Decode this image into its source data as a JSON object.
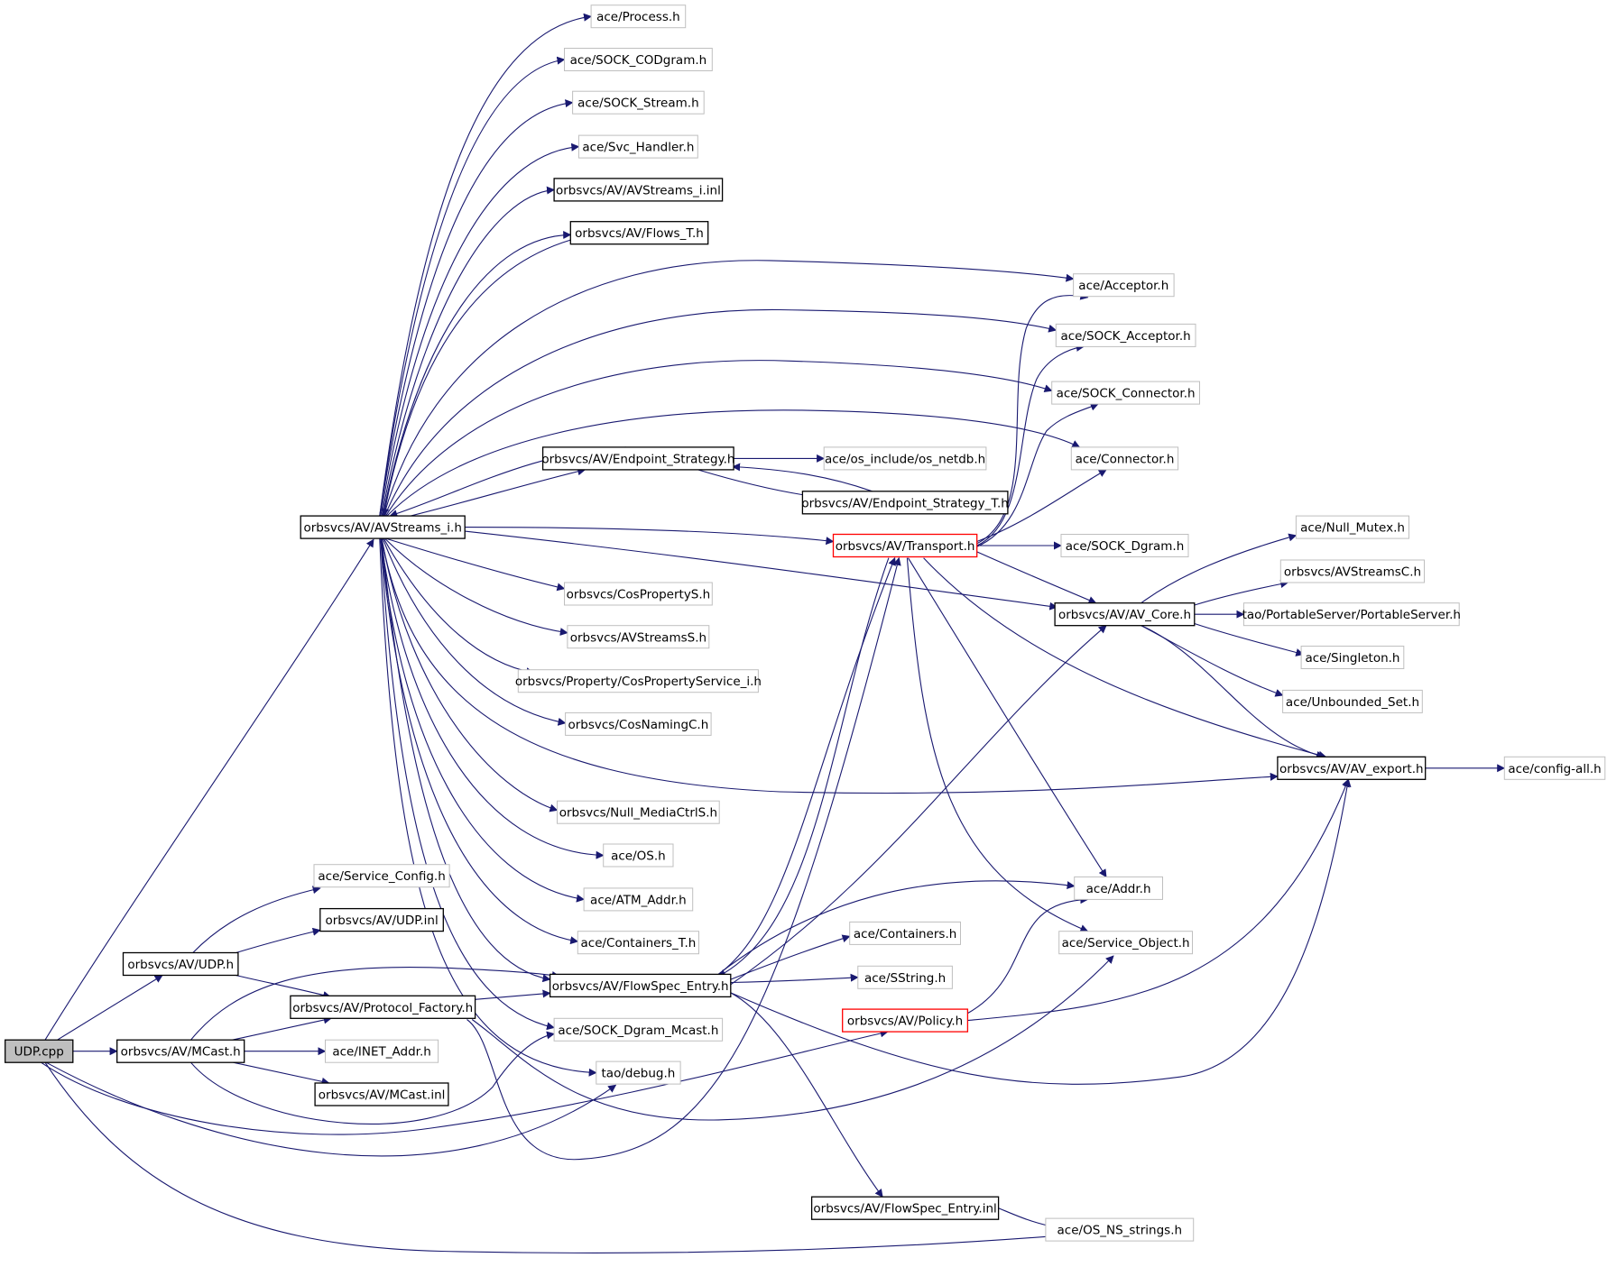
{
  "colors": {
    "edge": "#191970",
    "box_internal": "#000000",
    "box_external": "#bfbfbf",
    "box_truncated": "#ff0000",
    "root_fill": "#bfbfbf"
  },
  "nodes": [
    {
      "id": "udp_cpp",
      "label": "UDP.cpp",
      "style": "root"
    },
    {
      "id": "udp_h",
      "label": "orbsvcs/AV/UDP.h",
      "style": "internal"
    },
    {
      "id": "mcast_h",
      "label": "orbsvcs/AV/MCast.h",
      "style": "internal"
    },
    {
      "id": "avstreams_i_h",
      "label": "orbsvcs/AV/AVStreams_i.h",
      "style": "internal"
    },
    {
      "id": "service_config_h",
      "label": "ace/Service_Config.h",
      "style": "external"
    },
    {
      "id": "udp_inl",
      "label": "orbsvcs/AV/UDP.inl",
      "style": "internal"
    },
    {
      "id": "protocol_factory_h",
      "label": "orbsvcs/AV/Protocol_Factory.h",
      "style": "internal"
    },
    {
      "id": "inet_addr_h",
      "label": "ace/INET_Addr.h",
      "style": "external"
    },
    {
      "id": "mcast_inl",
      "label": "orbsvcs/AV/MCast.inl",
      "style": "internal"
    },
    {
      "id": "process_h",
      "label": "ace/Process.h",
      "style": "external"
    },
    {
      "id": "sock_codgram_h",
      "label": "ace/SOCK_CODgram.h",
      "style": "external"
    },
    {
      "id": "sock_stream_h",
      "label": "ace/SOCK_Stream.h",
      "style": "external"
    },
    {
      "id": "svc_handler_h",
      "label": "ace/Svc_Handler.h",
      "style": "external"
    },
    {
      "id": "avstreams_i_inl",
      "label": "orbsvcs/AV/AVStreams_i.inl",
      "style": "internal"
    },
    {
      "id": "flows_t_h",
      "label": "orbsvcs/AV/Flows_T.h",
      "style": "internal"
    },
    {
      "id": "endpoint_strategy_h",
      "label": "orbsvcs/AV/Endpoint_Strategy.h",
      "style": "internal"
    },
    {
      "id": "os_netdb_h",
      "label": "ace/os_include/os_netdb.h",
      "style": "external"
    },
    {
      "id": "endpoint_strategy_t_h",
      "label": "orbsvcs/AV/Endpoint_Strategy_T.h",
      "style": "internal"
    },
    {
      "id": "cospropertys_h",
      "label": "orbsvcs/CosPropertyS.h",
      "style": "external"
    },
    {
      "id": "avstreamss_h",
      "label": "orbsvcs/AVStreamsS.h",
      "style": "external"
    },
    {
      "id": "cospropertyservice_i_h",
      "label": "orbsvcs/Property/CosPropertyService_i.h",
      "style": "external"
    },
    {
      "id": "cosnamingc_h",
      "label": "orbsvcs/CosNamingC.h",
      "style": "external"
    },
    {
      "id": "null_mediactrls_h",
      "label": "orbsvcs/Null_MediaCtrlS.h",
      "style": "external"
    },
    {
      "id": "os_h",
      "label": "ace/OS.h",
      "style": "external"
    },
    {
      "id": "atm_addr_h",
      "label": "ace/ATM_Addr.h",
      "style": "external"
    },
    {
      "id": "containers_t_h",
      "label": "ace/Containers_T.h",
      "style": "external"
    },
    {
      "id": "flowspec_entry_h",
      "label": "orbsvcs/AV/FlowSpec_Entry.h",
      "style": "internal"
    },
    {
      "id": "sock_dgram_mcast_h",
      "label": "ace/SOCK_Dgram_Mcast.h",
      "style": "external"
    },
    {
      "id": "tao_debug_h",
      "label": "tao/debug.h",
      "style": "external"
    },
    {
      "id": "transport_h",
      "label": "orbsvcs/AV/Transport.h",
      "style": "truncated"
    },
    {
      "id": "containers_h",
      "label": "ace/Containers.h",
      "style": "external"
    },
    {
      "id": "sstring_h",
      "label": "ace/SString.h",
      "style": "external"
    },
    {
      "id": "policy_h",
      "label": "orbsvcs/AV/Policy.h",
      "style": "truncated"
    },
    {
      "id": "flowspec_entry_inl",
      "label": "orbsvcs/AV/FlowSpec_Entry.inl",
      "style": "internal"
    },
    {
      "id": "acceptor_h",
      "label": "ace/Acceptor.h",
      "style": "external"
    },
    {
      "id": "sock_acceptor_h",
      "label": "ace/SOCK_Acceptor.h",
      "style": "external"
    },
    {
      "id": "sock_connector_h",
      "label": "ace/SOCK_Connector.h",
      "style": "external"
    },
    {
      "id": "connector_h",
      "label": "ace/Connector.h",
      "style": "external"
    },
    {
      "id": "sock_dgram_h",
      "label": "ace/SOCK_Dgram.h",
      "style": "external"
    },
    {
      "id": "av_core_h",
      "label": "orbsvcs/AV/AV_Core.h",
      "style": "internal"
    },
    {
      "id": "addr_h",
      "label": "ace/Addr.h",
      "style": "external"
    },
    {
      "id": "service_object_h",
      "label": "ace/Service_Object.h",
      "style": "external"
    },
    {
      "id": "os_ns_strings_h",
      "label": "ace/OS_NS_strings.h",
      "style": "external"
    },
    {
      "id": "null_mutex_h",
      "label": "ace/Null_Mutex.h",
      "style": "external"
    },
    {
      "id": "avstreamsc_h",
      "label": "orbsvcs/AVStreamsC.h",
      "style": "external"
    },
    {
      "id": "portableserver_h",
      "label": "tao/PortableServer/PortableServer.h",
      "style": "external"
    },
    {
      "id": "singleton_h",
      "label": "ace/Singleton.h",
      "style": "external"
    },
    {
      "id": "unbounded_set_h",
      "label": "ace/Unbounded_Set.h",
      "style": "external"
    },
    {
      "id": "av_export_h",
      "label": "orbsvcs/AV/AV_export.h",
      "style": "internal"
    },
    {
      "id": "config_all_h",
      "label": "ace/config-all.h",
      "style": "external"
    }
  ],
  "edges": [
    {
      "from": "udp_cpp",
      "to": "udp_h"
    },
    {
      "from": "udp_cpp",
      "to": "mcast_h"
    },
    {
      "from": "udp_cpp",
      "to": "avstreams_i_h"
    },
    {
      "from": "udp_cpp",
      "to": "tao_debug_h"
    },
    {
      "from": "udp_cpp",
      "to": "policy_h"
    },
    {
      "from": "udp_cpp",
      "to": "os_ns_strings_h"
    },
    {
      "from": "udp_h",
      "to": "service_config_h"
    },
    {
      "from": "udp_h",
      "to": "udp_inl"
    },
    {
      "from": "udp_h",
      "to": "protocol_factory_h"
    },
    {
      "from": "mcast_h",
      "to": "protocol_factory_h"
    },
    {
      "from": "mcast_h",
      "to": "inet_addr_h"
    },
    {
      "from": "mcast_h",
      "to": "mcast_inl"
    },
    {
      "from": "mcast_h",
      "to": "flowspec_entry_h"
    },
    {
      "from": "mcast_h",
      "to": "sock_dgram_mcast_h"
    },
    {
      "from": "protocol_factory_h",
      "to": "flowspec_entry_h"
    },
    {
      "from": "protocol_factory_h",
      "to": "transport_h"
    },
    {
      "from": "protocol_factory_h",
      "to": "service_object_h"
    },
    {
      "from": "avstreams_i_h",
      "to": "process_h"
    },
    {
      "from": "avstreams_i_h",
      "to": "sock_codgram_h"
    },
    {
      "from": "avstreams_i_h",
      "to": "sock_stream_h"
    },
    {
      "from": "avstreams_i_h",
      "to": "svc_handler_h"
    },
    {
      "from": "avstreams_i_h",
      "to": "avstreams_i_inl"
    },
    {
      "from": "avstreams_i_h",
      "to": "flows_t_h"
    },
    {
      "from": "avstreams_i_h",
      "to": "acceptor_h"
    },
    {
      "from": "avstreams_i_h",
      "to": "sock_acceptor_h"
    },
    {
      "from": "avstreams_i_h",
      "to": "sock_connector_h"
    },
    {
      "from": "avstreams_i_h",
      "to": "connector_h"
    },
    {
      "from": "avstreams_i_h",
      "to": "endpoint_strategy_h"
    },
    {
      "from": "avstreams_i_h",
      "to": "transport_h"
    },
    {
      "from": "avstreams_i_h",
      "to": "av_core_h"
    },
    {
      "from": "avstreams_i_h",
      "to": "cospropertys_h"
    },
    {
      "from": "avstreams_i_h",
      "to": "avstreamss_h"
    },
    {
      "from": "avstreams_i_h",
      "to": "cospropertyservice_i_h"
    },
    {
      "from": "avstreams_i_h",
      "to": "cosnamingc_h"
    },
    {
      "from": "avstreams_i_h",
      "to": "av_export_h"
    },
    {
      "from": "avstreams_i_h",
      "to": "null_mediactrls_h"
    },
    {
      "from": "avstreams_i_h",
      "to": "os_h"
    },
    {
      "from": "avstreams_i_h",
      "to": "atm_addr_h"
    },
    {
      "from": "avstreams_i_h",
      "to": "containers_t_h"
    },
    {
      "from": "avstreams_i_h",
      "to": "flowspec_entry_h"
    },
    {
      "from": "avstreams_i_h",
      "to": "sock_dgram_mcast_h"
    },
    {
      "from": "avstreams_i_h",
      "to": "tao_debug_h"
    },
    {
      "from": "flows_t_h",
      "to": "avstreams_i_h"
    },
    {
      "from": "endpoint_strategy_h",
      "to": "avstreams_i_h"
    },
    {
      "from": "endpoint_strategy_h",
      "to": "os_netdb_h"
    },
    {
      "from": "endpoint_strategy_h",
      "to": "endpoint_strategy_t_h"
    },
    {
      "from": "endpoint_strategy_t_h",
      "to": "endpoint_strategy_h"
    },
    {
      "from": "flowspec_entry_h",
      "to": "addr_h"
    },
    {
      "from": "flowspec_entry_h",
      "to": "containers_h"
    },
    {
      "from": "flowspec_entry_h",
      "to": "sstring_h"
    },
    {
      "from": "flowspec_entry_h",
      "to": "transport_h"
    },
    {
      "from": "flowspec_entry_h",
      "to": "av_core_h"
    },
    {
      "from": "flowspec_entry_h",
      "to": "flowspec_entry_inl"
    },
    {
      "from": "flowspec_entry_h",
      "to": "av_export_h"
    },
    {
      "from": "transport_h",
      "to": "flowspec_entry_h"
    },
    {
      "from": "transport_h",
      "to": "acceptor_h"
    },
    {
      "from": "transport_h",
      "to": "sock_acceptor_h"
    },
    {
      "from": "transport_h",
      "to": "sock_connector_h"
    },
    {
      "from": "transport_h",
      "to": "connector_h"
    },
    {
      "from": "transport_h",
      "to": "sock_dgram_h"
    },
    {
      "from": "transport_h",
      "to": "av_core_h"
    },
    {
      "from": "transport_h",
      "to": "av_export_h"
    },
    {
      "from": "transport_h",
      "to": "addr_h"
    },
    {
      "from": "transport_h",
      "to": "service_object_h"
    },
    {
      "from": "policy_h",
      "to": "addr_h"
    },
    {
      "from": "policy_h",
      "to": "av_export_h"
    },
    {
      "from": "flowspec_entry_inl",
      "to": "os_ns_strings_h"
    },
    {
      "from": "av_core_h",
      "to": "null_mutex_h"
    },
    {
      "from": "av_core_h",
      "to": "avstreamsc_h"
    },
    {
      "from": "av_core_h",
      "to": "portableserver_h"
    },
    {
      "from": "av_core_h",
      "to": "singleton_h"
    },
    {
      "from": "av_core_h",
      "to": "unbounded_set_h"
    },
    {
      "from": "av_core_h",
      "to": "av_export_h"
    },
    {
      "from": "av_export_h",
      "to": "config_all_h"
    }
  ]
}
